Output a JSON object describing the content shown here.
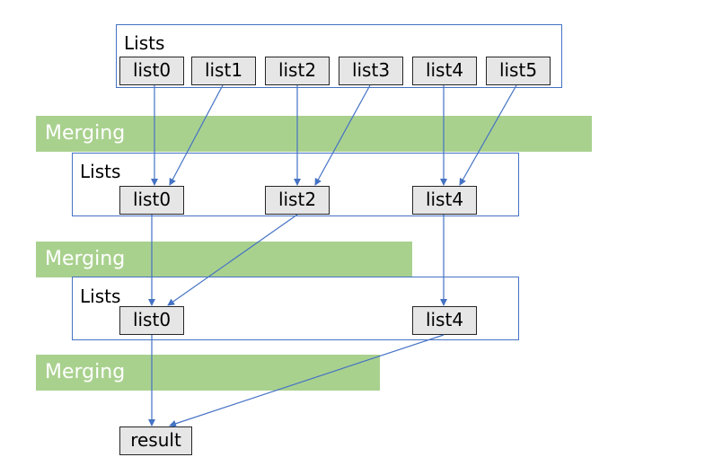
{
  "stages": [
    {
      "label": "Lists",
      "nodes": [
        "list0",
        "list1",
        "list2",
        "list3",
        "list4",
        "list5"
      ]
    },
    {
      "label": "Lists",
      "nodes": [
        "list0",
        "list2",
        "list4"
      ]
    },
    {
      "label": "Lists",
      "nodes": [
        "list0",
        "list4"
      ]
    }
  ],
  "merge_steps": [
    "Merging",
    "Merging",
    "Merging"
  ],
  "result": "result",
  "colors": {
    "group_border": "#4472c4",
    "merge_band": "#a9d18e",
    "node_fill": "#e7e6e6",
    "arrow": "#4472c4"
  }
}
